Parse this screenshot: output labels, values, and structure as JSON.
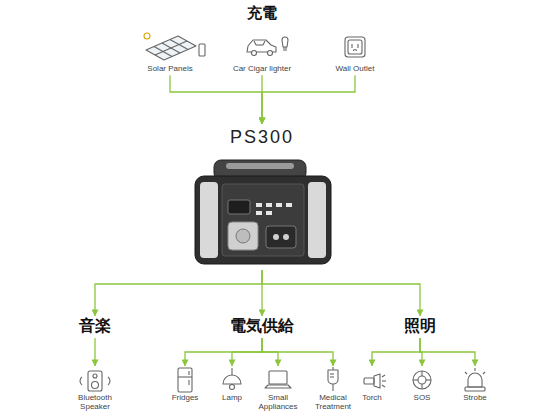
{
  "diagram": {
    "title": "充電",
    "nodes": [
      {
        "text": [
          "Solar Panels"
        ]
      },
      {
        "text": [
          "Car Cigar lighter"
        ]
      },
      {
        "text": [
          "Wall Outlet"
        ]
      },
      {
        "text": [
          "PS300"
        ]
      },
      {
        "text": [
          "音楽"
        ]
      },
      {
        "text": [
          "電気供給"
        ]
      },
      {
        "text": [
          "照明"
        ]
      },
      {
        "text": [
          "Bluetooth Speaker"
        ]
      },
      {
        "text": [
          "Fridges"
        ]
      },
      {
        "text": [
          "Lamp"
        ]
      },
      {
        "text": [
          "Small Appliances"
        ]
      },
      {
        "text": [
          "Medical Treatment"
        ]
      },
      {
        "text": [
          "Torch"
        ]
      },
      {
        "text": [
          "SOS"
        ]
      },
      {
        "text": [
          "Strobe"
        ]
      }
    ],
    "edges": [
      {
        "from": 0,
        "to": 3,
        "arrow": "to"
      },
      {
        "from": 1,
        "to": 3,
        "arrow": "to"
      },
      {
        "from": 2,
        "to": 3,
        "arrow": "to"
      },
      {
        "from": 3,
        "to": 4,
        "arrow": "to"
      },
      {
        "from": 3,
        "to": 5,
        "arrow": "to"
      },
      {
        "from": 3,
        "to": 6,
        "arrow": "to"
      },
      {
        "from": 4,
        "to": 7,
        "arrow": "to"
      },
      {
        "from": 5,
        "to": 8,
        "arrow": "to"
      },
      {
        "from": 5,
        "to": 9,
        "arrow": "to"
      },
      {
        "from": 5,
        "to": 10,
        "arrow": "to"
      },
      {
        "from": 5,
        "to": 11,
        "arrow": "to"
      },
      {
        "from": 6,
        "to": 12,
        "arrow": "to"
      },
      {
        "from": 6,
        "to": 13,
        "arrow": "to"
      },
      {
        "from": 6,
        "to": 14,
        "arrow": "to"
      }
    ]
  }
}
